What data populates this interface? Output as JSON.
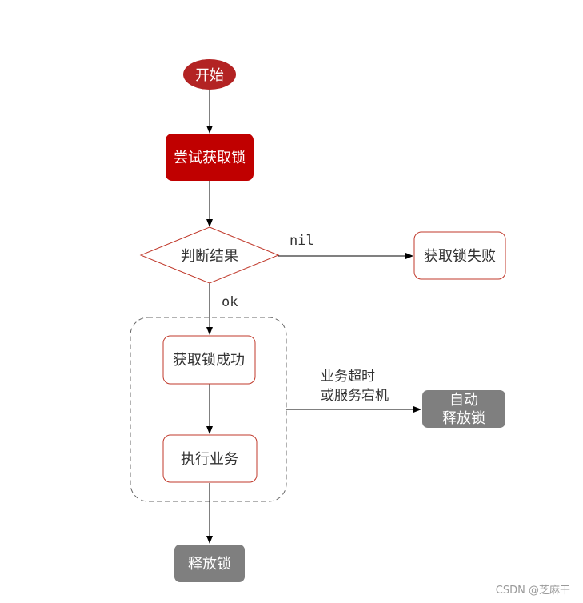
{
  "diagram": {
    "nodes": {
      "start": {
        "label": "开始"
      },
      "try_lock": {
        "label": "尝试获取锁"
      },
      "judge": {
        "label": "判断结果"
      },
      "fail": {
        "label": "获取锁失败"
      },
      "success": {
        "label": "获取锁成功"
      },
      "exec": {
        "label": "执行业务"
      },
      "auto_release": {
        "line1": "自动",
        "line2": "释放锁"
      },
      "release": {
        "label": "释放锁"
      }
    },
    "edge_labels": {
      "nil": "nil",
      "ok": "ok",
      "timeout_line1": "业务超时",
      "timeout_line2": "或服务宕机"
    }
  },
  "colors": {
    "start_fill": "#b32323",
    "try_lock_fill": "#c00000",
    "node_border": "#c0392b",
    "gray_fill": "#7f7f7f",
    "arrow": "#000000",
    "dash_border": "#666666"
  },
  "watermark": "CSDN @芝麻干"
}
